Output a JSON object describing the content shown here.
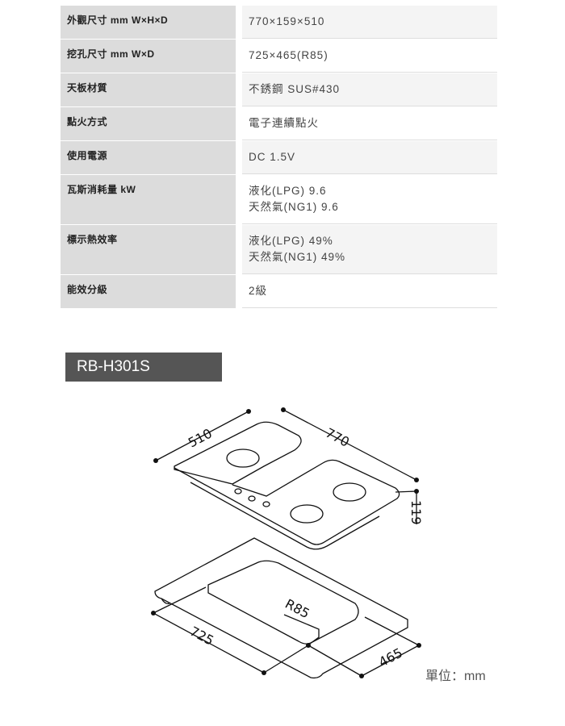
{
  "specs": [
    {
      "label": "外觀尺寸 mm W×H×D",
      "value": [
        "770×159×510"
      ]
    },
    {
      "label": "挖孔尺寸 mm W×D",
      "value": [
        "725×465(R85)"
      ]
    },
    {
      "label": "天板材質",
      "value": [
        "不銹鋼 SUS#430"
      ]
    },
    {
      "label": "點火方式",
      "value": [
        "電子連續點火"
      ]
    },
    {
      "label": "使用電源",
      "value": [
        "DC 1.5V"
      ]
    },
    {
      "label": "瓦斯消耗量 kW",
      "value": [
        "液化(LPG) 9.6",
        "天然氣(NG1) 9.6"
      ]
    },
    {
      "label": "標示熱效率",
      "value": [
        "液化(LPG) 49%",
        "天然氣(NG1) 49%"
      ]
    },
    {
      "label": "能效分級",
      "value": [
        "2級"
      ]
    }
  ],
  "model": "RB-H301S",
  "diagram": {
    "width": "770",
    "depth": "510",
    "height": "119",
    "cut_width": "725",
    "cut_depth": "465",
    "radius": "R85"
  },
  "unit": "單位：mm"
}
